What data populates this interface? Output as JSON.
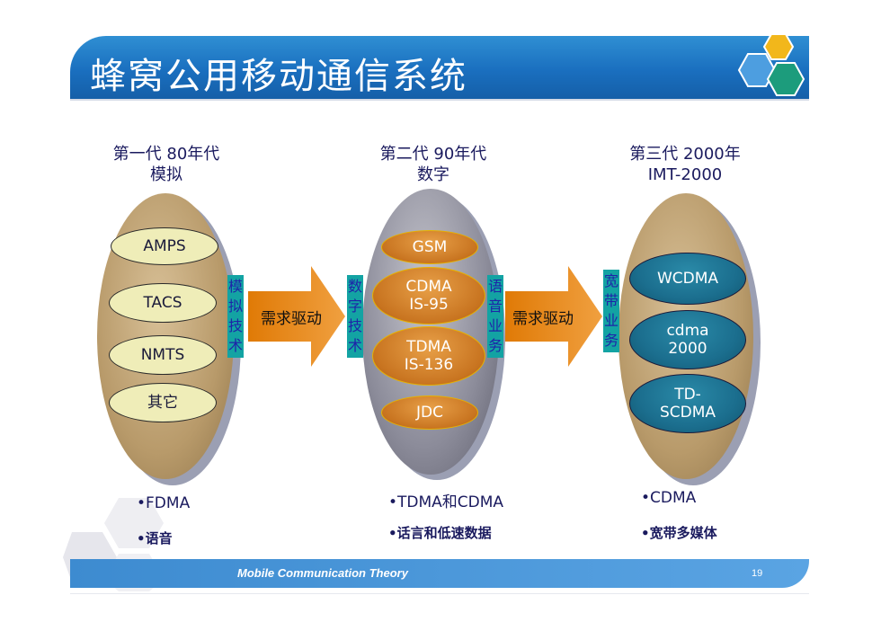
{
  "title": "蜂窝公用移动通信系统",
  "generations": [
    {
      "line1": "第一代 80年代",
      "line2": "模拟",
      "items": [
        "AMPS",
        "TACS",
        "NMTS",
        "其它"
      ],
      "vlabel": [
        "模",
        "拟",
        "技",
        "术"
      ],
      "bullets": [
        "•FDMA",
        "•语音"
      ]
    },
    {
      "line1": "第二代 90年代",
      "line2": "数字",
      "items": [
        {
          "l1": "GSM",
          "l2": ""
        },
        {
          "l1": "CDMA",
          "l2": "IS-95"
        },
        {
          "l1": "TDMA",
          "l2": "IS-136"
        },
        {
          "l1": "JDC",
          "l2": ""
        }
      ],
      "vlabel_left": [
        "数",
        "字",
        "技",
        "术"
      ],
      "vlabel_right": [
        "语",
        "音",
        "业",
        "务"
      ],
      "bullets": [
        "•TDMA和CDMA",
        "•话言和低速数据"
      ]
    },
    {
      "line1": "第三代 2000年",
      "line2": "IMT-2000",
      "items": [
        {
          "l1": "WCDMA",
          "l2": ""
        },
        {
          "l1": "cdma",
          "l2": "2000"
        },
        {
          "l1": "TD-",
          "l2": "SCDMA"
        }
      ],
      "vlabel": [
        "宽",
        "带",
        "业",
        "务"
      ],
      "bullets": [
        "•CDMA",
        "•宽带多媒体"
      ]
    }
  ],
  "arrows": [
    "需求驱动",
    "需求驱动"
  ],
  "footer": {
    "text": "Mobile Communication Theory",
    "page": "19"
  },
  "colors": {
    "header_blue": "#1a6fbf",
    "oval_tan": "#b89a6a",
    "oval_gray": "#8c8c9a",
    "arrow_orange": "#e8890c",
    "label_teal": "#13a3a3",
    "item_1g": "#efedb8",
    "item_2g": "#c87420",
    "item_3g": "#1b6e8e"
  }
}
